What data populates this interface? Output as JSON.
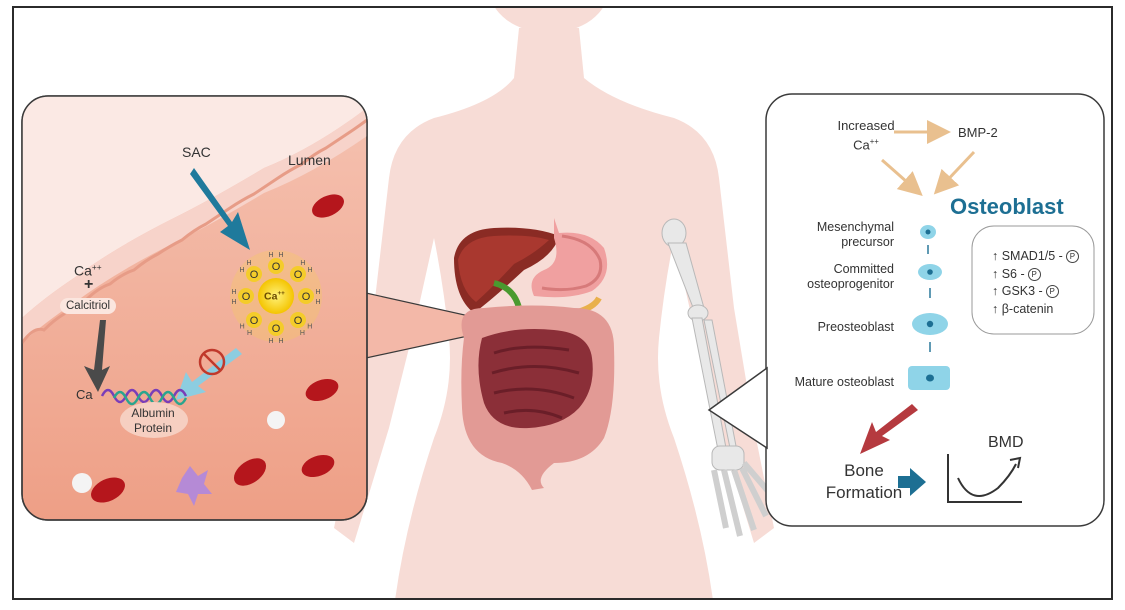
{
  "left_panel": {
    "sac": "SAC",
    "lumen": "Lumen",
    "ca": "Ca",
    "ca_charge": "++",
    "plus": "+",
    "calcitriol": "Calcitriol",
    "ca_bound": "Ca",
    "albumin": "Albumin",
    "protein": "Protein",
    "complex_center": "Ca",
    "complex_charge": "++",
    "oxygen": "O",
    "hydrogen": "H"
  },
  "right_panel": {
    "increased": "Increased",
    "ca": "Ca",
    "ca_charge": "++",
    "bmp2": "BMP-2",
    "osteoblast_title": "Osteoblast",
    "stages": [
      "Mesenchymal precursor",
      "Committed osteoprogenitor",
      "Preosteoblast",
      "Mature osteoblast"
    ],
    "stage_lines": {
      "s1a": "Mesenchymal",
      "s1b": "precursor",
      "s2a": "Committed",
      "s2b": "osteoprogenitor",
      "s3": "Preosteoblast",
      "s4": "Mature osteoblast"
    },
    "markers": [
      {
        "text": "↑ SMAD1/5 -",
        "p": "P"
      },
      {
        "text": "↑ S6 -",
        "p": "P"
      },
      {
        "text": "↑ GSK3 -",
        "p": "P"
      },
      {
        "text": "↑ β-catenin",
        "p": ""
      }
    ],
    "bone": "Bone",
    "formation": "Formation",
    "bmd": "BMD"
  },
  "colors": {
    "body": "#f7dcd6",
    "panel_bg": "#f3b3a0",
    "cell_blue": "#8fd4e8",
    "arrow_tan": "#e9c08f",
    "osteoblast_blue": "#1d6f93",
    "rbc_red": "#b5161c",
    "bone_arrow_red": "#b53a3f",
    "sac_arrow": "#1f7a9c"
  }
}
